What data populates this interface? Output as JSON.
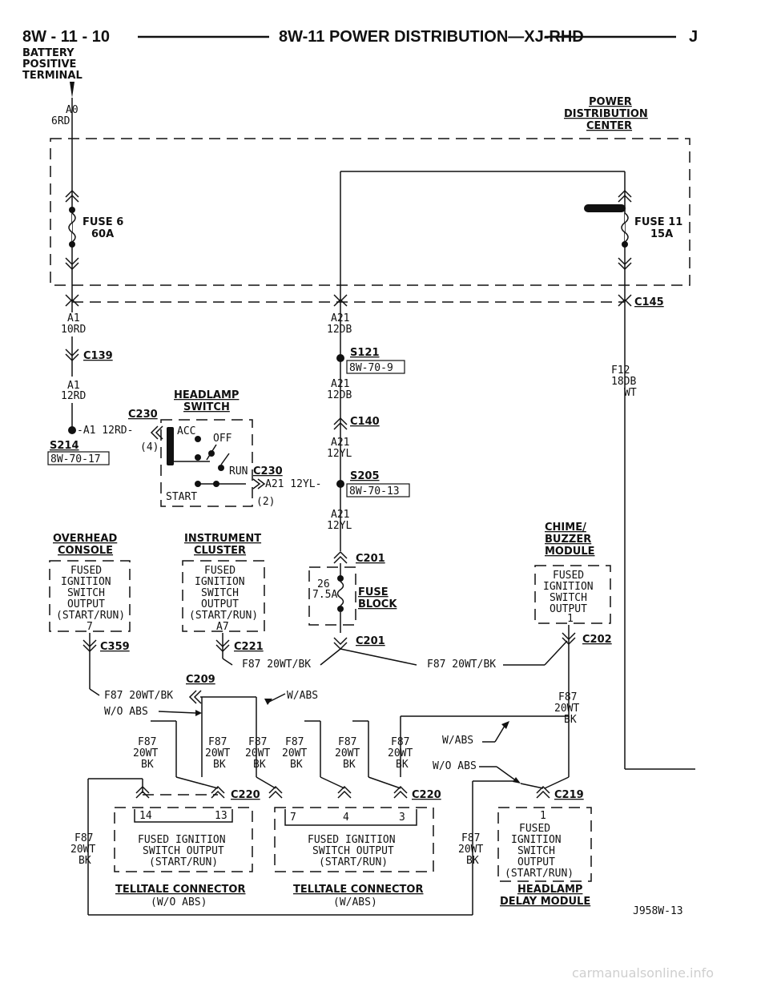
{
  "header": {
    "page": "8W - 11 - 10",
    "title": "8W-11 POWER DISTRIBUTION—XJ-RHD",
    "mark": "J"
  },
  "battery": [
    "BATTERY",
    "POSITIVE",
    "TERMINAL"
  ],
  "pdc": [
    "POWER",
    "DISTRIBUTION",
    "CENTER"
  ],
  "fuse6": {
    "name": "FUSE 6",
    "rating": "60A"
  },
  "fuse11": {
    "name": "FUSE 11",
    "rating": "15A"
  },
  "wires": {
    "a0": "A0",
    "a0_spec": "6RD",
    "a1_10": "10RD",
    "a1": "A1",
    "a1_12": "12RD",
    "a21": "A21",
    "a21_12db": "12DB",
    "a21_12yl": "12YL",
    "f12": "F12",
    "f12_spec": "18DB",
    "f12_wt": "WT",
    "a1_12rd": "-A1 12RD-",
    "a21_12yl_run": "A21 12YL-",
    "f87": "F87",
    "f87_20wt": "20WT",
    "f87_bk": "BK",
    "f87_full": "F87 20WT/BK",
    "w_abs": "W/ABS",
    "wo_abs": "W/O ABS"
  },
  "connectors": {
    "c145": "C145",
    "c139": "C139",
    "c230": "C230",
    "c140": "C140",
    "c201": "C201",
    "c202": "C202",
    "c359": "C359",
    "c221": "C221",
    "c209": "C209",
    "c220": "C220",
    "c219": "C219",
    "c230_4": "(4)",
    "c230_2": "(2)"
  },
  "splices": {
    "s121": "S121",
    "s121_ref": "8W-70-9",
    "s214": "S214",
    "s214_ref": "8W-70-17",
    "s205": "S205",
    "s205_ref": "8W-70-13"
  },
  "headlamp_switch": {
    "title": [
      "HEADLAMP",
      "SWITCH"
    ],
    "acc": "ACC",
    "off": "OFF",
    "run": "RUN",
    "start": "START"
  },
  "fuse_block": {
    "fuse": "26",
    "rating": "7.5A",
    "label": [
      "FUSE",
      "BLOCK"
    ]
  },
  "overhead_console": {
    "title": [
      "OVERHEAD",
      "CONSOLE"
    ],
    "box": [
      "FUSED",
      "IGNITION",
      "SWITCH",
      "OUTPUT",
      "(START/RUN)"
    ],
    "pin": "7"
  },
  "instrument_cluster": {
    "title": [
      "INSTRUMENT",
      "CLUSTER"
    ],
    "box": [
      "FUSED",
      "IGNITION",
      "SWITCH",
      "OUTPUT",
      "(START/RUN)"
    ],
    "pin": "A7"
  },
  "chime_module": {
    "title": [
      "CHIME/",
      "BUZZER",
      "MODULE"
    ],
    "box": [
      "FUSED",
      "IGNITION",
      "SWITCH",
      "OUTPUT"
    ],
    "pin": "1"
  },
  "telltale_wo": {
    "pins": [
      "14",
      "13"
    ],
    "box": [
      "FUSED IGNITION",
      "SWITCH OUTPUT",
      "(START/RUN)"
    ],
    "title": "TELLTALE CONNECTOR",
    "sub": "(W/O ABS)"
  },
  "telltale_w": {
    "pins": [
      "7",
      "4",
      "3"
    ],
    "box": [
      "FUSED IGNITION",
      "SWITCH OUTPUT",
      "(START/RUN)"
    ],
    "title": "TELLTALE CONNECTOR",
    "sub": "(W/ABS)"
  },
  "headlamp_delay": {
    "pin": "1",
    "box": [
      "FUSED",
      "IGNITION",
      "SWITCH",
      "OUTPUT",
      "(START/RUN)"
    ],
    "title": [
      "HEADLAMP",
      "DELAY MODULE"
    ]
  },
  "figure_id": "J958W-13",
  "watermark": "carmanualsonline.info"
}
